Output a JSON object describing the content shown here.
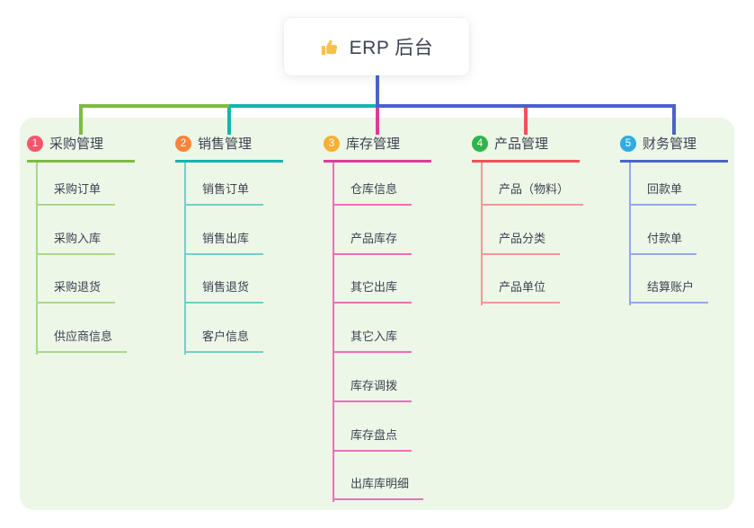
{
  "canvas": {
    "background": "#FFFFFF",
    "panel_color": "#ECF7E7",
    "text_color": "#3C4352"
  },
  "root": {
    "icon": "👍",
    "icon_color": "#F7C14B",
    "title": "ERP 后台",
    "trunk_color": "#4A63C9"
  },
  "branches": [
    {
      "num": "1",
      "label": "采购管理",
      "badge_color": "#F4566B",
      "line_color": "#7DBB40",
      "light_color": "#A9D78C",
      "children": [
        "采购订单",
        "采购入库",
        "采购退货",
        "供应商信息"
      ]
    },
    {
      "num": "2",
      "label": "销售管理",
      "badge_color": "#F8853B",
      "line_color": "#13B6AD",
      "light_color": "#72CFC7",
      "children": [
        "销售订单",
        "销售出库",
        "销售退货",
        "客户信息"
      ]
    },
    {
      "num": "3",
      "label": "库存管理",
      "badge_color": "#F7B033",
      "line_color": "#DF3A98",
      "light_color": "#EE6FB6",
      "children": [
        "仓库信息",
        "产品库存",
        "其它出库",
        "其它入库",
        "库存调拨",
        "库存盘点",
        "出库库明细"
      ]
    },
    {
      "num": "4",
      "label": "产品管理",
      "badge_color": "#2FB54B",
      "line_color": "#F25159",
      "light_color": "#F7969B",
      "children": [
        "产品（物料）",
        "产品分类",
        "产品单位"
      ]
    },
    {
      "num": "5",
      "label": "财务管理",
      "badge_color": "#30ACE4",
      "line_color": "#4A63C9",
      "light_color": "#94A9E5",
      "children": [
        "回款单",
        "付款单",
        "结算账户"
      ]
    }
  ]
}
